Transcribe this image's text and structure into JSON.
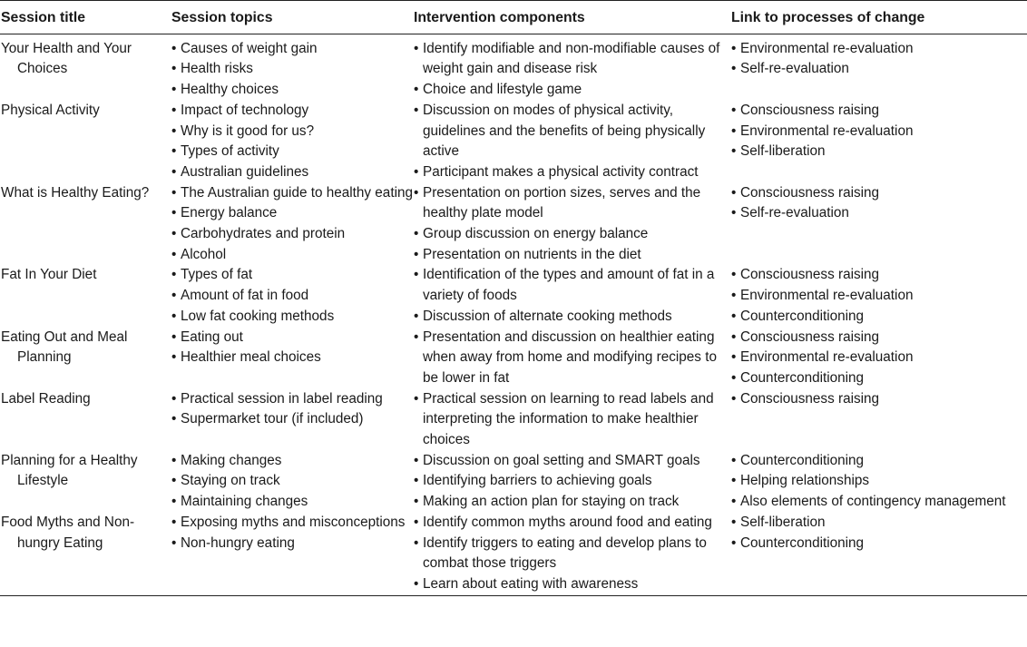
{
  "headers": [
    "Session title",
    "Session topics",
    "Intervention components",
    "Link to processes of change"
  ],
  "bullet": "•",
  "rows": [
    {
      "title": "Your Health and Your Choices",
      "topics": [
        "Causes of weight gain",
        "Health risks",
        "Healthy choices"
      ],
      "components": [
        "Identify modifiable and non-modifiable causes of weight gain and disease risk",
        "Choice and lifestyle game"
      ],
      "processes": [
        "Environmental re-evaluation",
        "Self-re-evaluation"
      ]
    },
    {
      "title": "Physical Activity",
      "topics": [
        "Impact of technology",
        "Why is it good for us?",
        "Types of activity",
        "Australian guidelines"
      ],
      "components": [
        "Discussion on modes of physical activity, guidelines and the benefits of being physically active",
        "Participant makes a physical activity contract"
      ],
      "processes": [
        "Consciousness raising",
        "Environmental re-evaluation",
        "Self-liberation"
      ]
    },
    {
      "title": "What is Healthy Eating?",
      "topics": [
        "The Australian guide to healthy eating",
        "Energy balance",
        "Carbohydrates and protein",
        "Alcohol"
      ],
      "components": [
        "Presentation on portion sizes, serves and the healthy plate model",
        "Group discussion on energy balance",
        "Presentation on nutrients in the diet"
      ],
      "processes": [
        "Consciousness raising",
        "Self-re-evaluation"
      ]
    },
    {
      "title": "Fat In Your Diet",
      "topics": [
        "Types of fat",
        "Amount of fat in food",
        "Low fat cooking methods"
      ],
      "components": [
        "Identification of the types and amount of fat in a variety of foods",
        "Discussion of alternate cooking methods"
      ],
      "processes": [
        "Consciousness raising",
        "Environmental re-evaluation",
        "Counterconditioning"
      ]
    },
    {
      "title": "Eating Out and Meal Planning",
      "topics": [
        "Eating out",
        "Healthier meal choices"
      ],
      "components": [
        "Presentation and discussion on healthier eating when away from home and modifying recipes to be lower in fat"
      ],
      "processes": [
        "Consciousness raising",
        "Environmental re-evaluation",
        "Counterconditioning"
      ]
    },
    {
      "title": "Label Reading",
      "topics": [
        "Practical session in label reading",
        "Supermarket tour (if included)"
      ],
      "components": [
        "Practical session on learning to read labels and interpreting the information to make healthier choices"
      ],
      "processes": [
        "Consciousness raising"
      ]
    },
    {
      "title": "Planning for a Healthy Lifestyle",
      "topics": [
        "Making changes",
        "Staying on track",
        "Maintaining changes"
      ],
      "components": [
        "Discussion on goal setting and SMART goals",
        "Identifying barriers to achieving goals",
        "Making an action plan for staying on track"
      ],
      "processes": [
        "Counterconditioning",
        "Helping relationships",
        "Also elements of contingency management"
      ]
    },
    {
      "title": "Food Myths and Non-hungry Eating",
      "topics": [
        "Exposing myths and misconceptions",
        "Non-hungry eating"
      ],
      "components": [
        "Identify common myths around food and eating",
        "Identify triggers to eating and develop plans to combat those triggers",
        "Learn about eating with awareness"
      ],
      "processes": [
        "Self-liberation",
        "Counterconditioning"
      ]
    }
  ]
}
